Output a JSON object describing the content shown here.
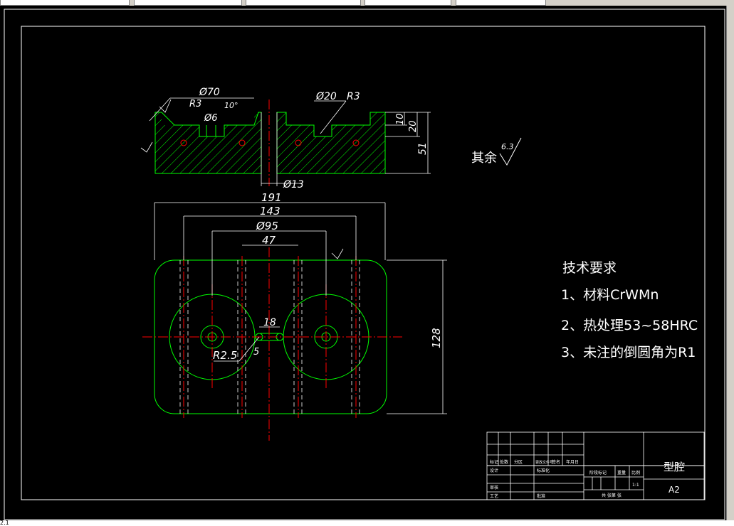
{
  "drawing": {
    "part_name": "型腔",
    "sheet_size": "A2",
    "scale": "1:1",
    "roughness_note": "其余",
    "roughness_value": "6.3"
  },
  "tech_requirements": {
    "title": "技术要求",
    "items": [
      "1、材料CrWMn",
      "2、热处理53~58HRC",
      "3、未注的倒圆角为R1"
    ]
  },
  "dimensions": {
    "section": {
      "d70": "Ø70",
      "r3_left": "R3",
      "angle": "10°",
      "d6": "Ø6",
      "d20": "Ø20",
      "r3_right": "R3",
      "h10": "10",
      "h20": "20",
      "h51": "51",
      "d13": "Ø13"
    },
    "plan": {
      "w191": "191",
      "w143": "143",
      "d95": "Ø95",
      "w47": "47",
      "w18": "18",
      "r2_5": "R2.5",
      "h5": "5",
      "h128": "128"
    }
  },
  "title_block": {
    "row_labels": [
      "标记",
      "处数",
      "分区",
      "更改文件号",
      "签名",
      "年月日"
    ],
    "design": "设计",
    "standard": "标准化",
    "check": "审核",
    "process": "工艺",
    "approve": "批准",
    "stage_mark": "阶段标记",
    "weight": "重量",
    "ratio": "比例",
    "sheets": "共 张第 张"
  },
  "status": {
    "coords": "2.1"
  },
  "colors": {
    "background": "#000000",
    "outline": "#00ff00",
    "centerline": "#ff0000",
    "hole_center": "#ff0000",
    "text": "#ffffff",
    "frame": "#ffffff"
  }
}
